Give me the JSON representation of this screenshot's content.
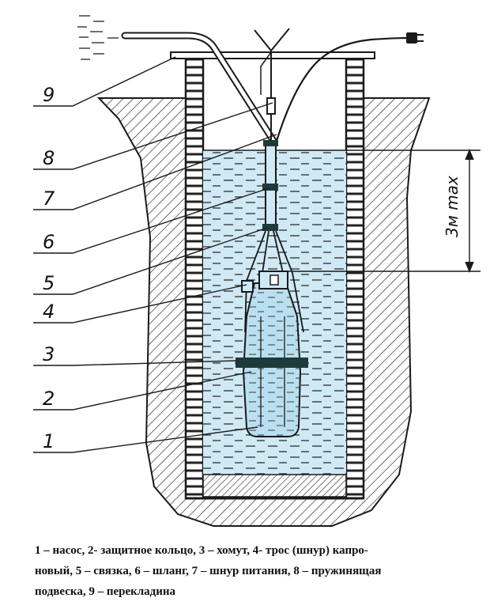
{
  "labels": [
    "1",
    "2",
    "3",
    "4",
    "5",
    "6",
    "7",
    "8",
    "9"
  ],
  "dimension": "3м max",
  "caption": [
    "1 – насос, 2- защитное кольцо, 3 – хомут, 4- трос (шнур) капро-",
    "новый, 5 – связка, 6 – шланг, 7 – шнур питания, 8 – пружинящая",
    "подвеска, 9 – перекладина"
  ],
  "colors": {
    "water": "#cfe9f5",
    "line": "#1a1a1a",
    "band": "#1f3a3a"
  }
}
